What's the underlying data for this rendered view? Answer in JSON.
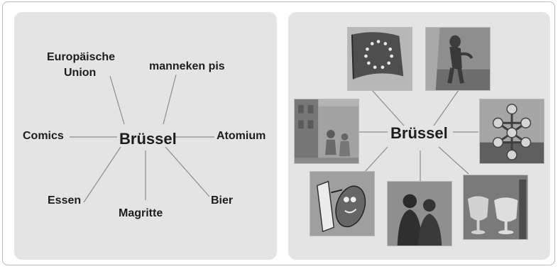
{
  "left_map": {
    "center": "Brüssel",
    "items": {
      "eu_line1": "Europäische",
      "eu_line2": "Union",
      "manneken": "manneken pis",
      "comics": "Comics",
      "atomium": "Atomium",
      "essen": "Essen",
      "magritte": "Magritte",
      "bier": "Bier"
    }
  },
  "right_map": {
    "center": "Brüssel",
    "photos": [
      {
        "icon": "eu-flag-photo"
      },
      {
        "icon": "manneken-pis-statue-photo"
      },
      {
        "icon": "comic-mural-street-photo"
      },
      {
        "icon": "atomium-photo"
      },
      {
        "icon": "fries-cartoon-photo"
      },
      {
        "icon": "magritte-painting-photo"
      },
      {
        "icon": "beer-glasses-photo"
      }
    ]
  }
}
